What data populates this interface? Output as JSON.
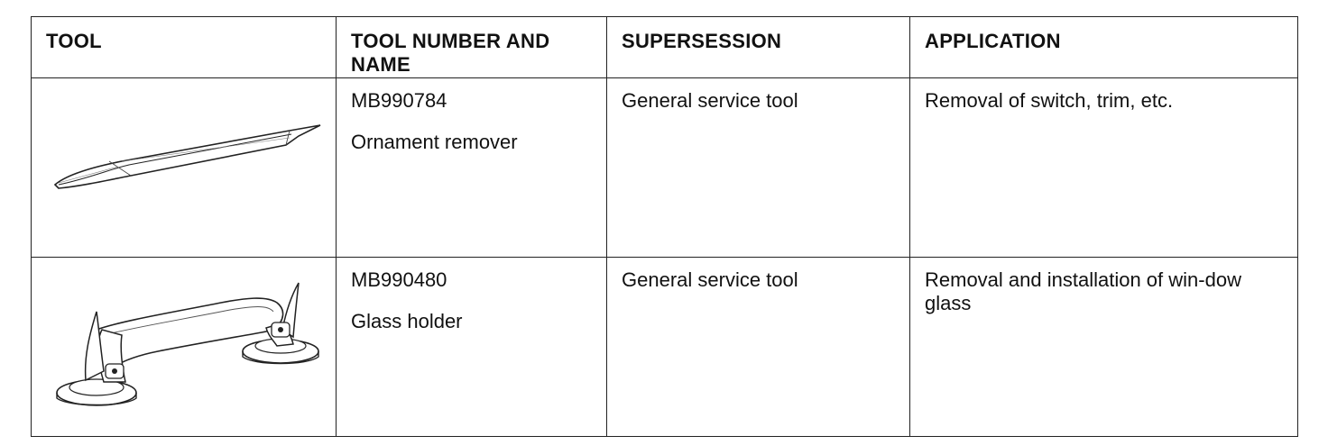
{
  "table": {
    "headers": [
      "TOOL",
      "TOOL NUMBER AND NAME",
      "SUPERSESSION",
      "APPLICATION"
    ],
    "rows": [
      {
        "tool_image": "ornament-remover-illustration",
        "number": "MB990784",
        "name": "Ornament remover",
        "supersession": "General service tool",
        "application": "Removal of switch, trim, etc."
      },
      {
        "tool_image": "glass-holder-illustration",
        "number": "MB990480",
        "name": "Glass holder",
        "supersession": "General service tool",
        "application": "Removal and installation of win-dow glass"
      }
    ]
  },
  "colors": {
    "border": "#222222",
    "text": "#111111",
    "background": "#ffffff"
  }
}
